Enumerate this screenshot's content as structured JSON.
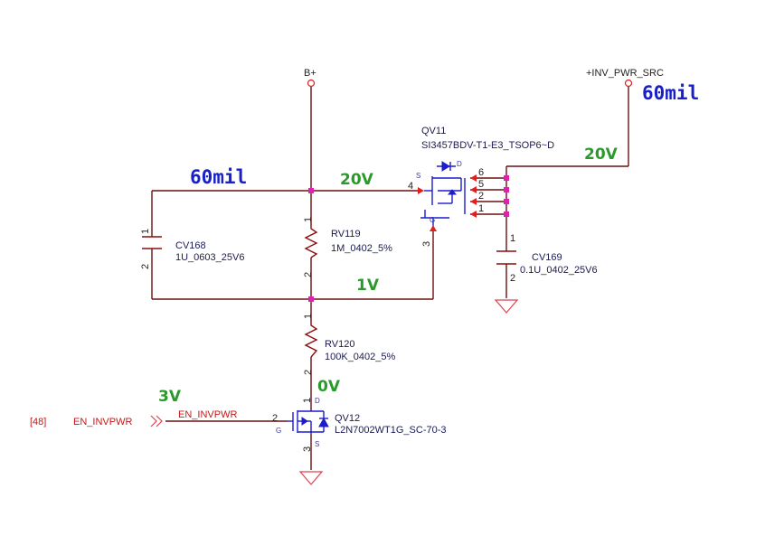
{
  "nets": {
    "bplus": "B+",
    "inv_pwr_src": "+INV_PWR_SRC",
    "en_invpwr": "EN_INVPWR",
    "en_invpwr_offpage": "EN_INVPWR",
    "offpage_ref": "[48]"
  },
  "annotations": {
    "width_left": "60mil",
    "width_right": "60mil",
    "v_top_left": "20V",
    "v_top_right": "20V",
    "v_mid": "1V",
    "v_drain": "0V",
    "v_gate": "3V"
  },
  "components": {
    "qv11": {
      "ref": "QV11",
      "value": "SI3457BDV-T1-E3_TSOP6~D",
      "pin_g": "G",
      "pin_s": "S",
      "pin_d": "D",
      "pins": [
        "4",
        "3",
        "6",
        "5",
        "2",
        "1"
      ]
    },
    "cv168": {
      "ref": "CV168",
      "value": "1U_0603_25V6",
      "pins": [
        "1",
        "2"
      ]
    },
    "rv119": {
      "ref": "RV119",
      "value": "1M_0402_5%",
      "pins": [
        "1",
        "2"
      ]
    },
    "cv169": {
      "ref": "CV169",
      "value": "0.1U_0402_25V6",
      "pins": [
        "1",
        "2"
      ]
    },
    "rv120": {
      "ref": "RV120",
      "value": "100K_0402_5%",
      "pins": [
        "1",
        "2"
      ]
    },
    "qv12": {
      "ref": "QV12",
      "value": "L2N7002WT1G_SC-70-3",
      "pin_g": "G",
      "pin_s": "S",
      "pin_d": "D",
      "pins": [
        "1",
        "2",
        "3"
      ]
    }
  }
}
